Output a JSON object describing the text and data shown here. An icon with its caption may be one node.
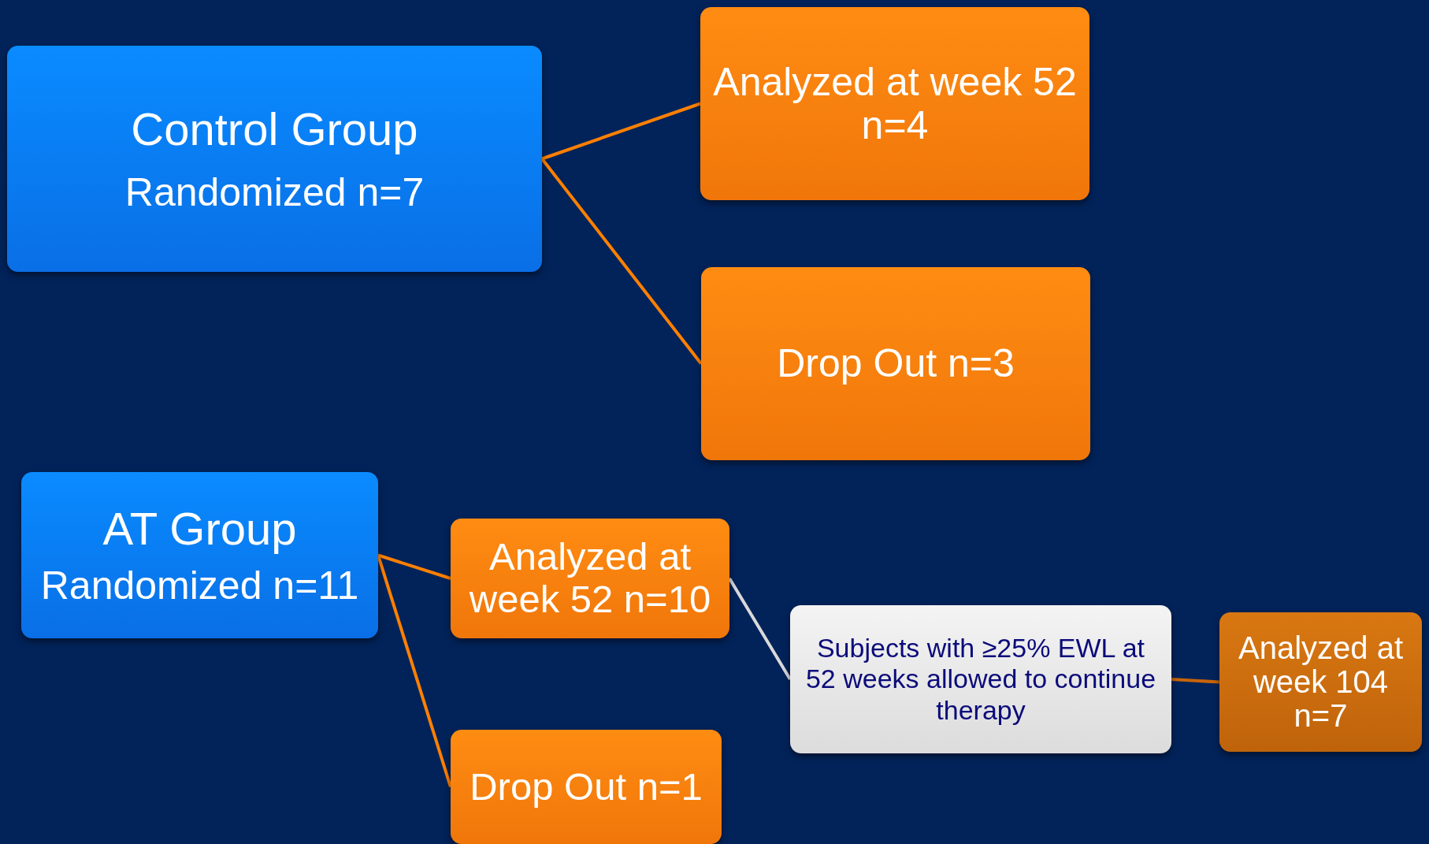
{
  "diagram": {
    "nodes": [
      {
        "text": [
          "Control Group",
          "Randomized n=7"
        ]
      },
      {
        "text": [
          "Analyzed at week 52 n=4"
        ]
      },
      {
        "text": [
          "Drop Out n=3"
        ]
      },
      {
        "text": [
          "AT Group",
          "Randomized n=11"
        ]
      },
      {
        "text": [
          "Analyzed at week 52 n=10"
        ]
      },
      {
        "text": [
          "Drop Out n=1"
        ]
      },
      {
        "text": [
          "Subjects with ≥25% EWL at 52 weeks allowed to continue therapy"
        ]
      },
      {
        "text": [
          "Analyzed at week 104 n=7"
        ]
      }
    ],
    "edges": [
      {
        "from": 0,
        "to": 1,
        "arrow": "none"
      },
      {
        "from": 0,
        "to": 2,
        "arrow": "none"
      },
      {
        "from": 3,
        "to": 4,
        "arrow": "none"
      },
      {
        "from": 3,
        "to": 5,
        "arrow": "none"
      },
      {
        "from": 4,
        "to": 6,
        "arrow": "none",
        "color": "#d9d9d9"
      },
      {
        "from": 6,
        "to": 7,
        "arrow": "none",
        "color": "#c8640a"
      }
    ]
  }
}
